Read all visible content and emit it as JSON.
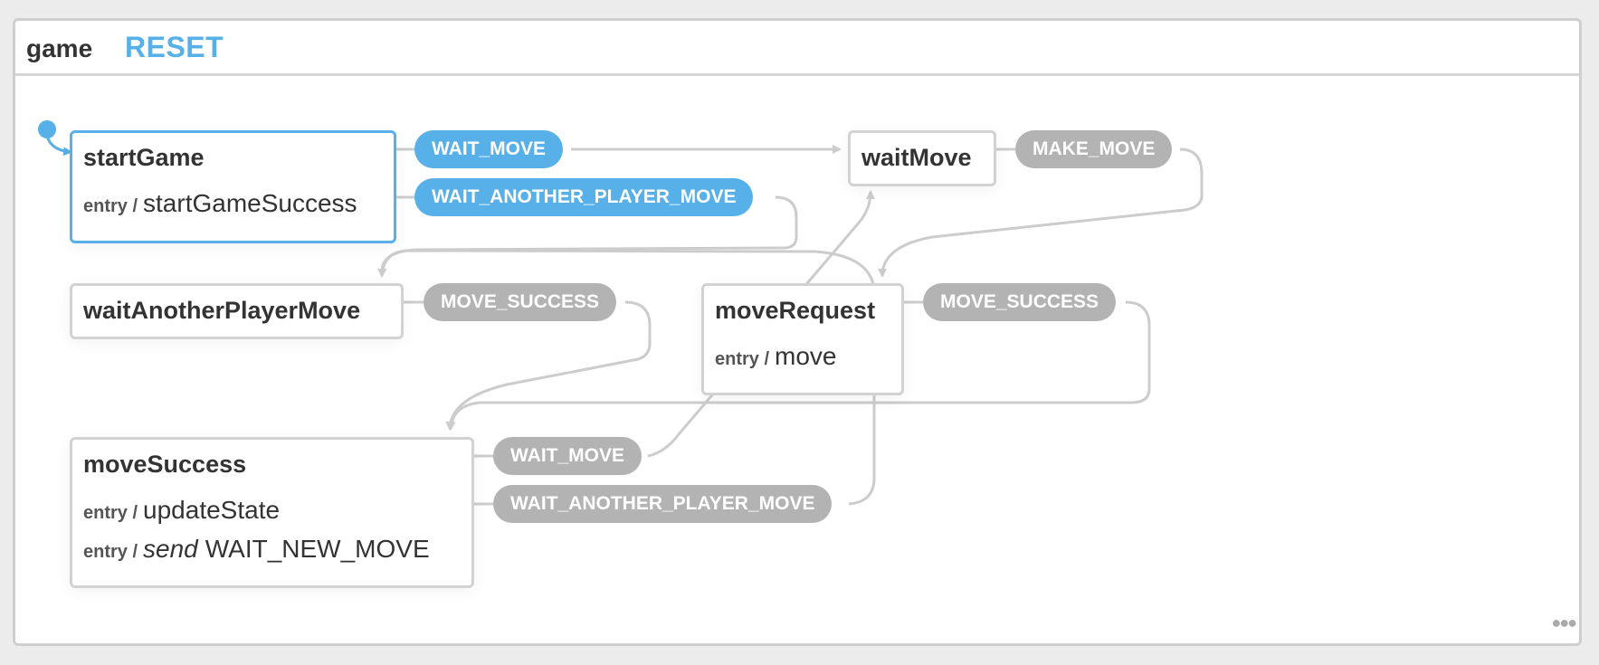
{
  "machine": {
    "name": "game",
    "reset_label": "RESET"
  },
  "colors": {
    "active": "#57b0e7",
    "inactive_event": "#b3b3b3",
    "edge": "#cccccc",
    "state_border": "#d2d2d2"
  },
  "states": {
    "startGame": {
      "name": "startGame",
      "entry": "entry /",
      "action": "startGameSuccess"
    },
    "waitMove": {
      "name": "waitMove"
    },
    "waitAnotherPlayerMove": {
      "name": "waitAnotherPlayerMove"
    },
    "moveRequest": {
      "name": "moveRequest",
      "entry": "entry /",
      "action": "move"
    },
    "moveSuccess": {
      "name": "moveSuccess",
      "entry1": "entry /",
      "action1": "updateState",
      "entry2": "entry /",
      "send_keyword": "send",
      "action2": "WAIT_NEW_MOVE"
    }
  },
  "events": {
    "startGame_wait_move": "WAIT_MOVE",
    "startGame_wait_another": "WAIT_ANOTHER_PLAYER_MOVE",
    "waitMove_make_move": "MAKE_MOVE",
    "waitAnother_move_success": "MOVE_SUCCESS",
    "moveRequest_move_success": "MOVE_SUCCESS",
    "moveSuccess_wait_move": "WAIT_MOVE",
    "moveSuccess_wait_another": "WAIT_ANOTHER_PLAYER_MOVE"
  },
  "more_icon": "ellipsis-icon"
}
